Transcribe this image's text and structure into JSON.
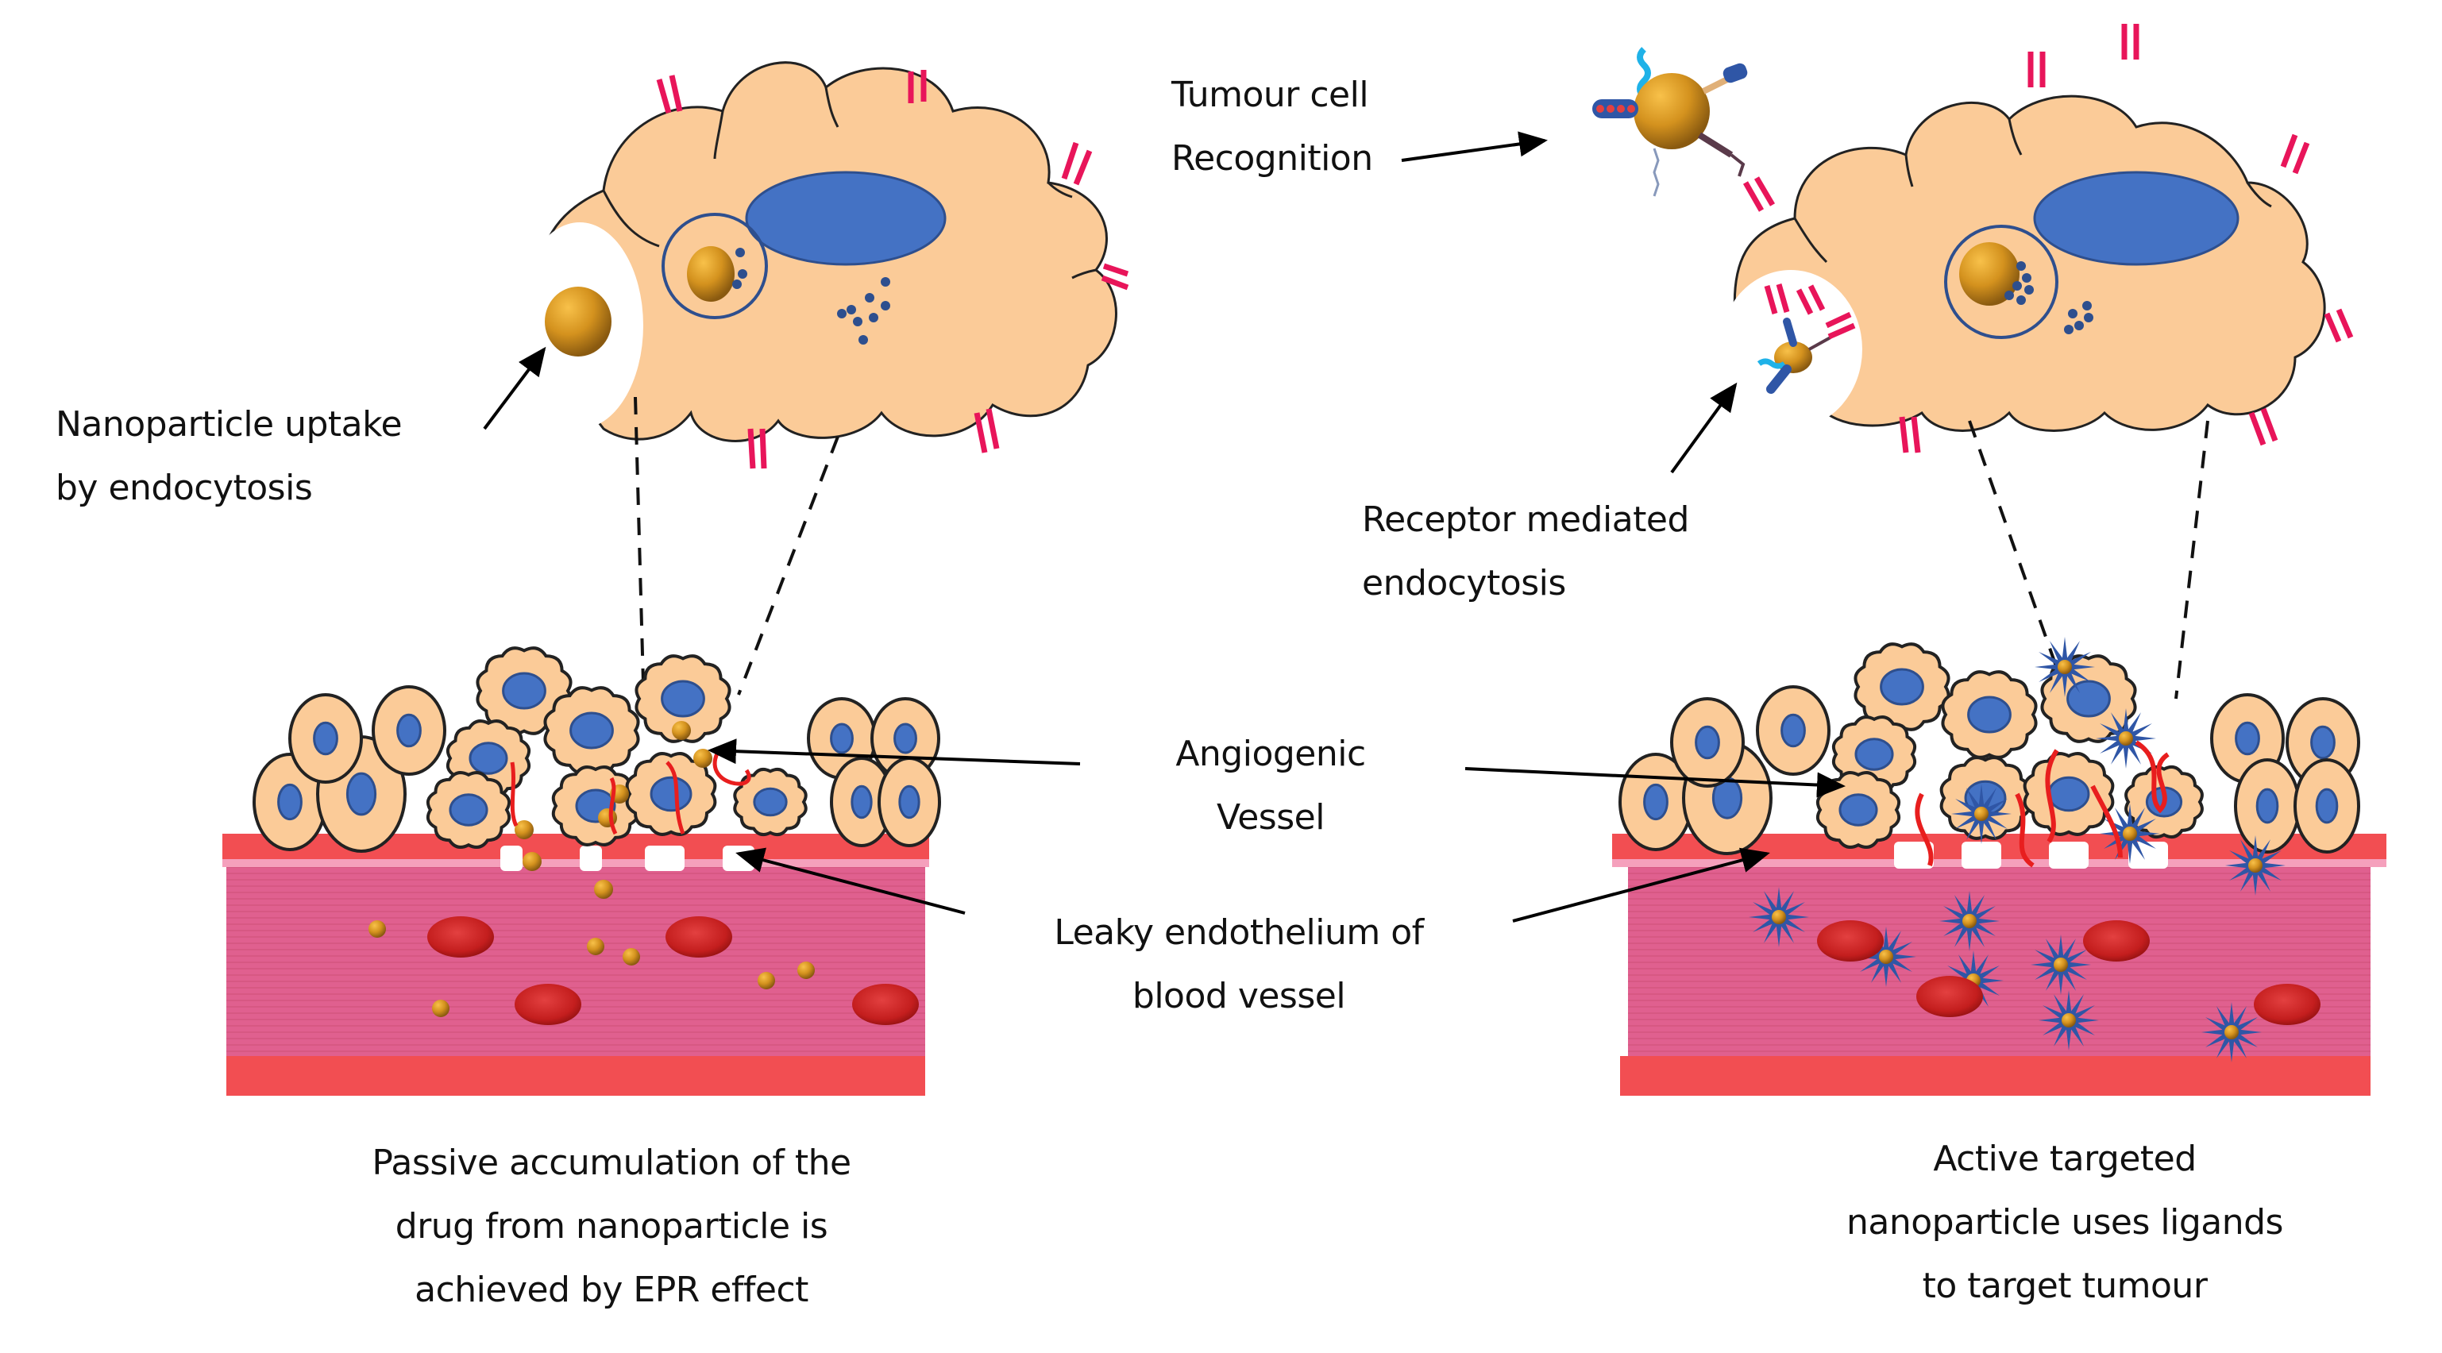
{
  "figure": {
    "title": "Passive vs active targeting of nanoparticles to tumour",
    "panels": [
      {
        "id": "passive",
        "callouts": {
          "uptake": "Nanoparticle uptake\nby endocytosis"
        },
        "caption": "Passive accumulation of the\ndrug from nanoparticle is\nachieved by EPR effect"
      },
      {
        "id": "active",
        "callouts": {
          "recognition": "Tumour cell\nRecognition",
          "receptor": "Receptor mediated\nendocytosis"
        },
        "caption": "Active targeted\nnanoparticle uses ligands\nto target tumour"
      }
    ],
    "shared_labels": {
      "angiogenic": "Angiogenic\nVessel",
      "leaky": "Leaky endothelium of\nblood vessel"
    },
    "legend_icons": [
      "tumour-cell",
      "nucleus",
      "endosome-vesicle",
      "gold-nanoparticle",
      "ligand-decorated-nanoparticle",
      "receptor",
      "red-blood-cell",
      "blood-vessel",
      "angiogenic-vessel"
    ],
    "colors": {
      "cell_fill": "#FBCB98",
      "nucleus": "#4472C4",
      "receptor": "#E8155A",
      "nanoparticle": "#D4921E",
      "vessel_wall": "#F24E52",
      "vessel_lumen": "#E0608F",
      "rbc": "#C41E1E",
      "angiogenic": "#E81E1E",
      "star_ligand": "#2F56A6"
    }
  }
}
